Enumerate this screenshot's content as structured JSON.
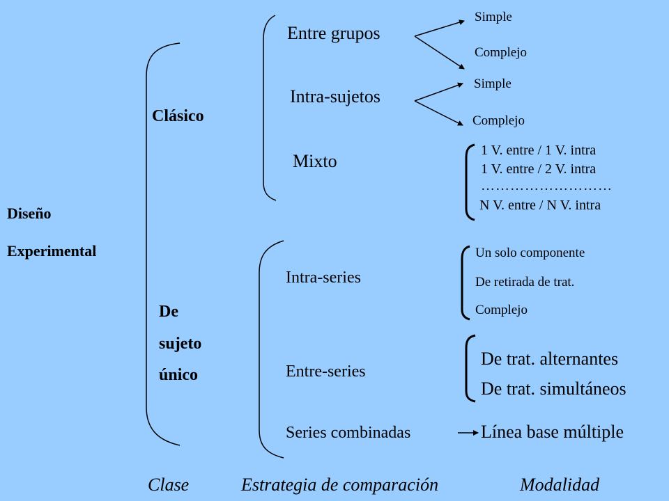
{
  "root": {
    "line1": "Diseño",
    "line2": "Experimental"
  },
  "clases": {
    "clasico": "Clásico",
    "sujeto_unico": {
      "line1": "De",
      "line2": "sujeto",
      "line3": "único"
    }
  },
  "clasico_estrategias": {
    "entre_grupos": {
      "label": "Entre grupos",
      "modalidades": [
        "Simple",
        "Complejo"
      ]
    },
    "intra_sujetos": {
      "label": "Intra-sujetos",
      "modalidades": [
        "Simple",
        "Complejo"
      ]
    },
    "mixto": {
      "label": "Mixto",
      "modalidades": [
        "1 V. entre / 1 V. intra",
        "1 V. entre / 2 V. intra",
        "………………………",
        "N V. entre / N V. intra"
      ]
    }
  },
  "unico_estrategias": {
    "intra_series": {
      "label": "Intra-series",
      "modalidades": [
        "Un solo componente",
        "De retirada de trat.",
        "Complejo"
      ]
    },
    "entre_series": {
      "label": "Entre-series",
      "modalidades": [
        "De trat. alternantes",
        "De trat. simultáneos"
      ]
    },
    "series_combinadas": {
      "label": "Series combinadas",
      "modalidades": [
        "Línea base múltiple"
      ]
    }
  },
  "footer": {
    "clase": "Clase",
    "estrategia": "Estrategia de comparación",
    "modalidad": "Modalidad"
  }
}
